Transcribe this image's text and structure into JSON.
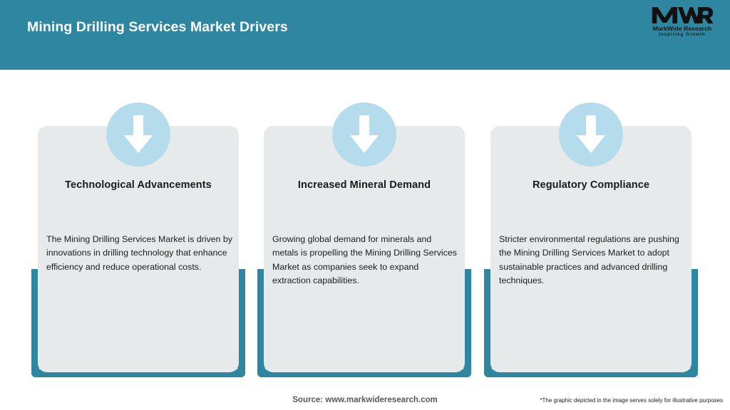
{
  "header": {
    "title": "Mining Drilling Services Market Drivers",
    "background_color": "#2e86a0",
    "title_color": "#ffffff"
  },
  "logo": {
    "mark": "MWR",
    "name": "MarkWide Research",
    "tagline": "Inspiring Growth"
  },
  "cards": [
    {
      "icon": "down-arrow-icon",
      "title": "Technological Advancements",
      "body": "The Mining Drilling Services Market is driven by innovations in drilling technology that enhance efficiency and reduce operational costs."
    },
    {
      "icon": "down-arrow-icon",
      "title": "Increased Mineral Demand",
      "body": "Growing global demand for minerals and metals is propelling the Mining Drilling Services Market as companies seek to expand extraction capabilities."
    },
    {
      "icon": "down-arrow-icon",
      "title": "Regulatory Compliance",
      "body": "Stricter environmental regulations are pushing the Mining Drilling Services Market to adopt sustainable practices and advanced drilling techniques."
    }
  ],
  "footer": {
    "source": "Source: www.markwideresearch.com",
    "disclaimer": "*The graphic depicted in the image serves solely for illustrative purposes"
  },
  "colors": {
    "accent_teal": "#2e86a0",
    "icon_circle": "#b5dced",
    "card_background": "#e6eaeb",
    "page_background": "#ffffff"
  }
}
